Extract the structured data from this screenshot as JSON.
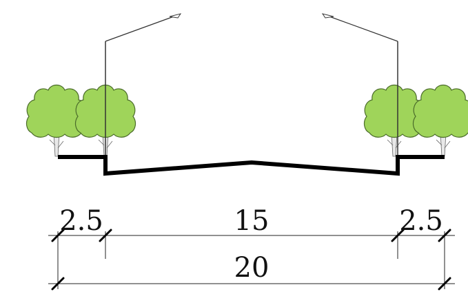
{
  "dimensions": {
    "sidewalk_left": "2.5",
    "roadway": "15",
    "sidewalk_right": "2.5",
    "total": "20"
  },
  "colors": {
    "tree_fill": "#9fd45a",
    "tree_stroke": "#4a6b2a",
    "road_line": "#000000",
    "dim_line": "#222222",
    "pole": "#333333"
  }
}
